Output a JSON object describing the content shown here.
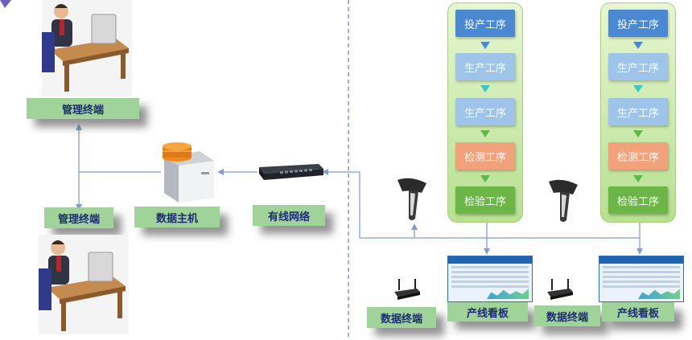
{
  "left": {
    "terminal_top": "管理终端",
    "terminal_bottom": "管理终端",
    "server": "数据主机",
    "network": "有线网络"
  },
  "lines": [
    {
      "steps": [
        "投产工序",
        "生产工序",
        "生产工序",
        "检测工序",
        "检验工序"
      ],
      "data_terminal": "数据终端",
      "board": "产线看板"
    },
    {
      "steps": [
        "投产工序",
        "生产工序",
        "生产工序",
        "检测工序",
        "检验工序"
      ],
      "data_terminal": "数据终端",
      "board": "产线看板"
    }
  ],
  "colors": {
    "step_blue": "#4a88d2",
    "step_light": "#9ec4ea",
    "step_orange": "#f2a27a",
    "step_green": "#6bb646",
    "label_bg": "#9fd39a",
    "label_text": "#1e2a78",
    "line": "#7d9ed6"
  }
}
